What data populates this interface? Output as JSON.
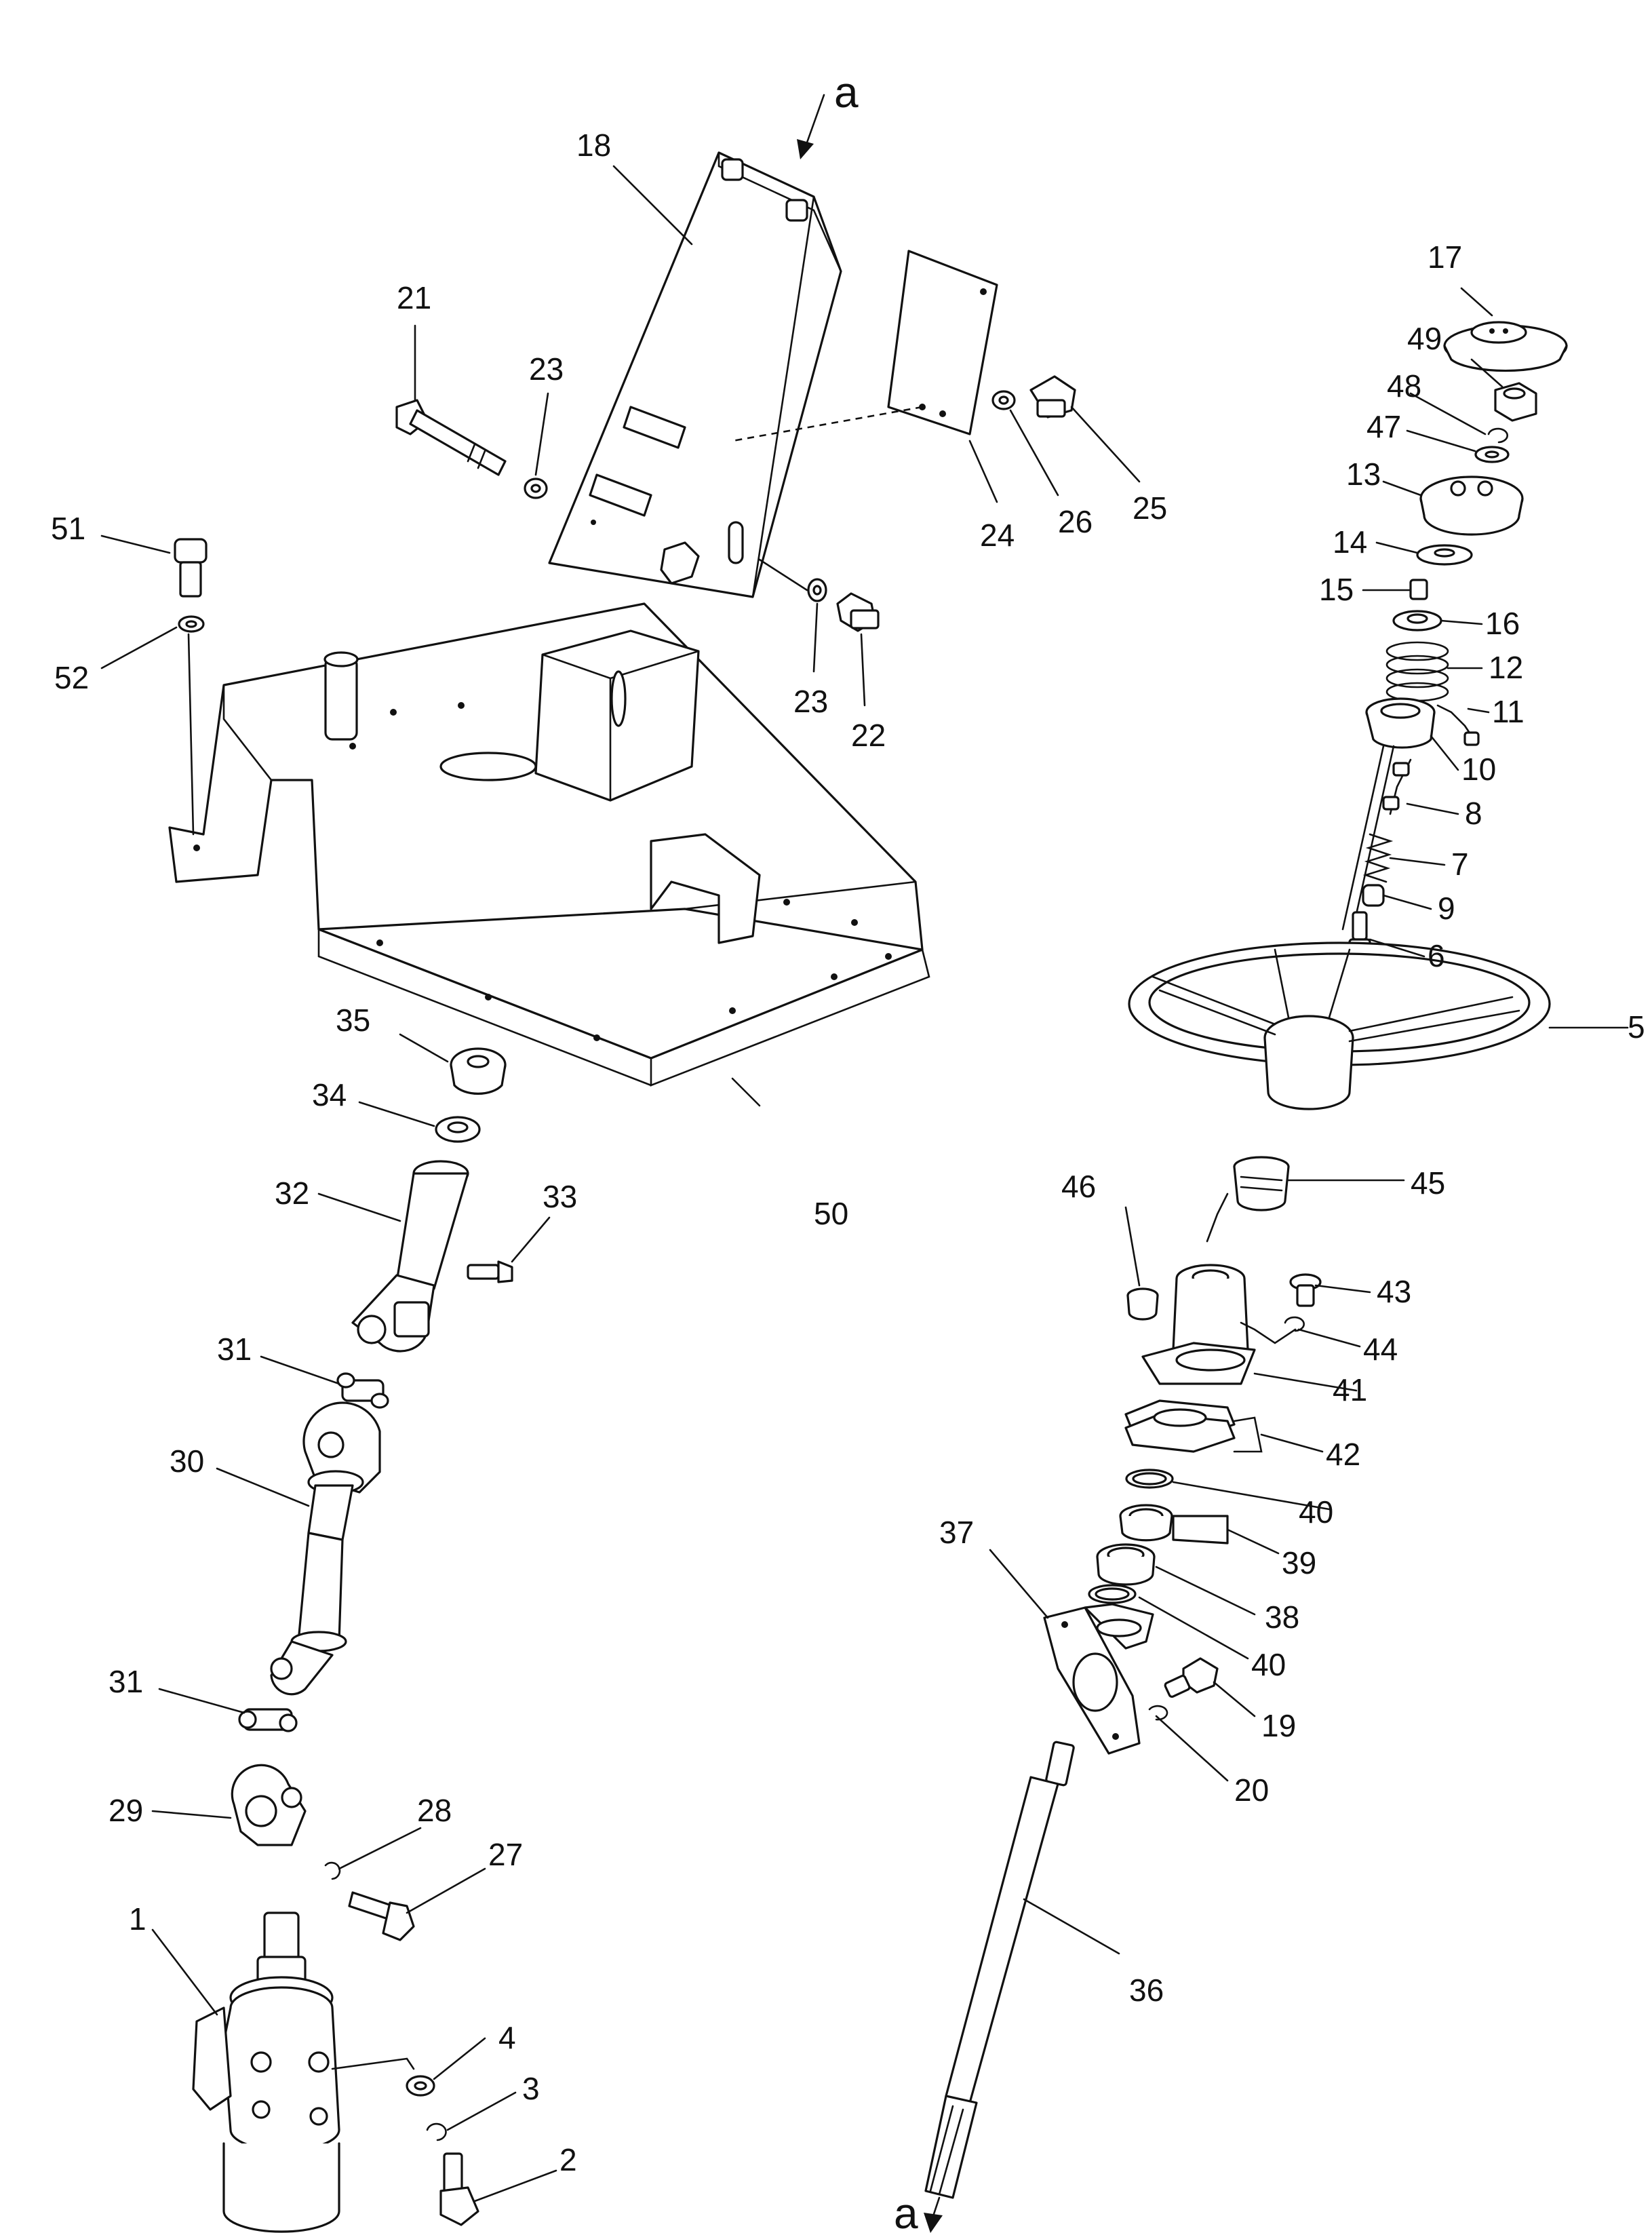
{
  "diagram": {
    "section_marks": [
      "a",
      "a"
    ],
    "part_numbers": [
      "1",
      "2",
      "3",
      "4",
      "5",
      "6",
      "7",
      "8",
      "9",
      "10",
      "11",
      "12",
      "13",
      "14",
      "15",
      "16",
      "17",
      "18",
      "19",
      "20",
      "21",
      "22",
      "23",
      "23",
      "24",
      "25",
      "26",
      "27",
      "28",
      "29",
      "30",
      "31",
      "31",
      "32",
      "33",
      "34",
      "35",
      "36",
      "37",
      "38",
      "39",
      "40",
      "40",
      "41",
      "42",
      "43",
      "44",
      "45",
      "46",
      "47",
      "48",
      "49",
      "50",
      "51",
      "52"
    ]
  }
}
